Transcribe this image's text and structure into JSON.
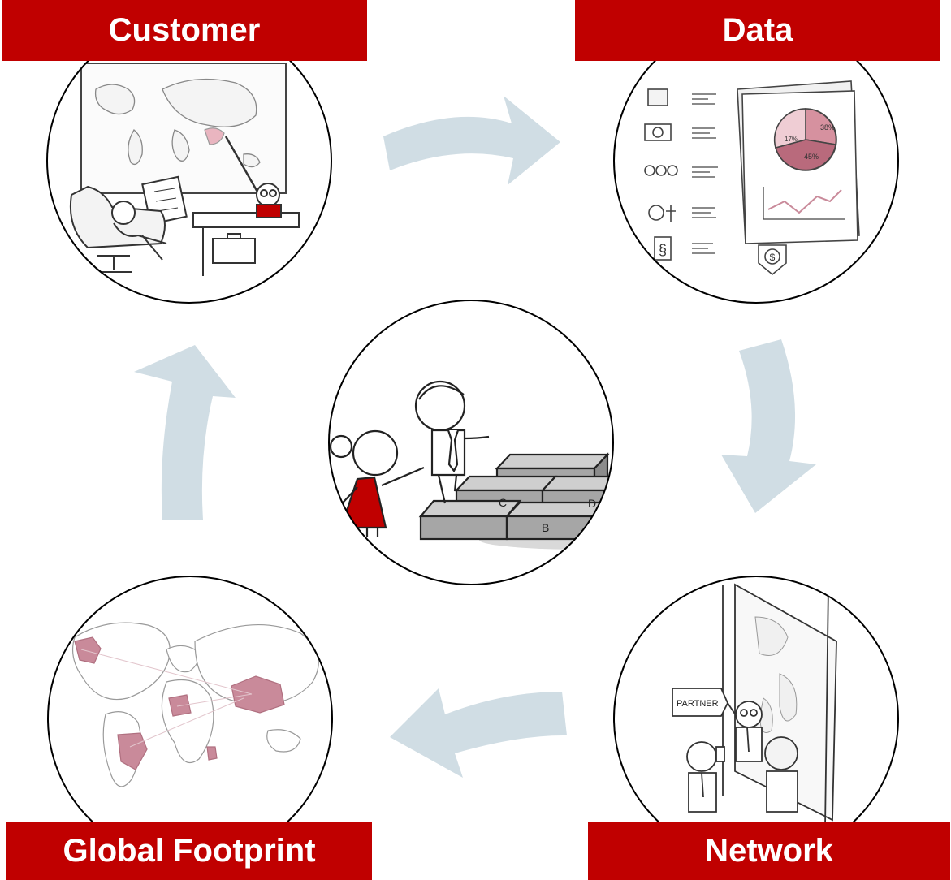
{
  "labels": {
    "customer": "Customer",
    "data": "Data",
    "global_footprint": "Global Footprint",
    "network": "Network"
  },
  "illustration_text": {
    "brick_c": "C",
    "brick_d": "D",
    "brick_b": "B",
    "pie_38": "38%",
    "pie_17": "17%",
    "pie_45": "45%",
    "partner_sign": "PARTNER",
    "paragraph_sign": "§",
    "dollar": "$"
  },
  "colors": {
    "accent_red": "#c00000",
    "arrow_gray": "#d0dde4",
    "highlight_pink": "#c98a9a"
  }
}
